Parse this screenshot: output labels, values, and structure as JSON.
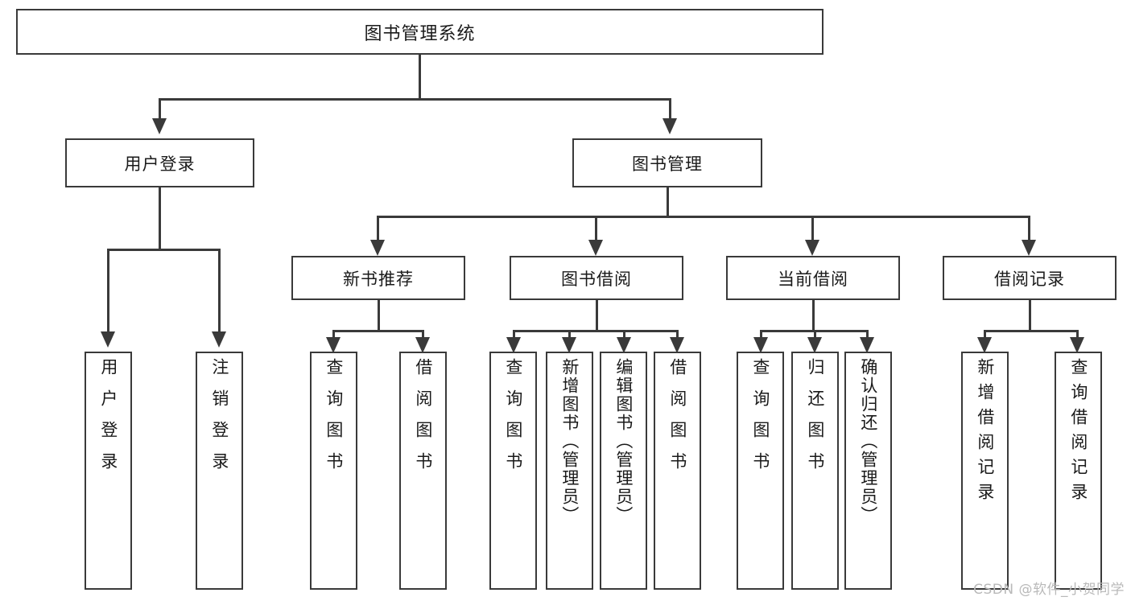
{
  "diagram": {
    "type": "tree-hierarchy-flowchart",
    "root": {
      "label": "图书管理系统"
    },
    "level2": [
      {
        "label": "用户登录"
      },
      {
        "label": "图书管理"
      }
    ],
    "level3": [
      {
        "label": "新书推荐"
      },
      {
        "label": "图书借阅"
      },
      {
        "label": "当前借阅"
      },
      {
        "label": "借阅记录"
      }
    ],
    "leaves": {
      "user_login": [
        {
          "label": "用户登录"
        },
        {
          "label": "注销登录"
        }
      ],
      "new_book_rec": [
        {
          "label": "查询图书"
        },
        {
          "label": "借阅图书"
        }
      ],
      "book_borrow": [
        {
          "label": "查询图书"
        },
        {
          "label": "新增图书（管理员）"
        },
        {
          "label": "编辑图书（管理员）"
        },
        {
          "label": "借阅图书"
        }
      ],
      "current_borrow": [
        {
          "label": "查询图书"
        },
        {
          "label": "归还图书"
        },
        {
          "label": "确认归还（管理员）"
        }
      ],
      "borrow_record": [
        {
          "label": "新增借阅记录"
        },
        {
          "label": "查询借阅记录"
        }
      ]
    }
  },
  "watermark": {
    "text": "CSDN @软件_小贺同学"
  },
  "colors": {
    "stroke": "#3a3a3a",
    "text": "#1a1a1a",
    "background": "#ffffff",
    "watermark": "#b9b9b9"
  }
}
